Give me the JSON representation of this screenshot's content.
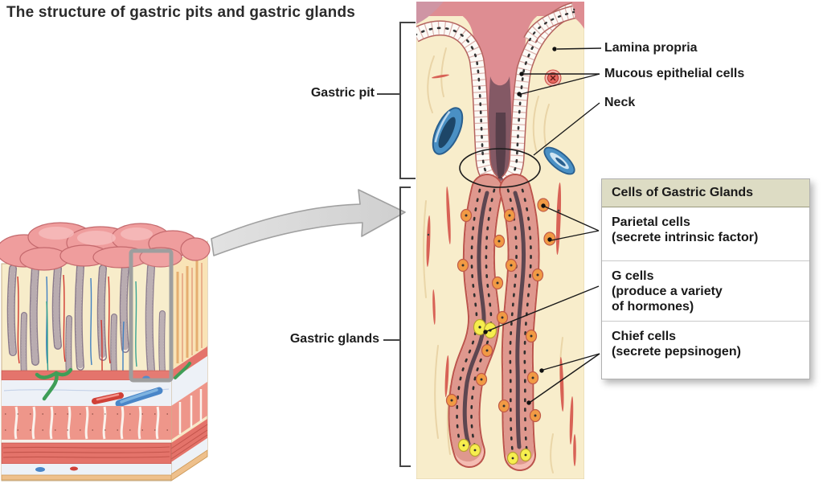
{
  "title": "The structure of gastric pits and gastric glands",
  "section_labels": {
    "gastric_pit": "Gastric pit",
    "gastric_glands": "Gastric glands"
  },
  "callouts": {
    "lamina_propria": "Lamina propria",
    "mucous_epithelial_cells": "Mucous epithelial cells",
    "neck": "Neck"
  },
  "cells_box": {
    "title": "Cells of Gastric Glands",
    "entries": [
      {
        "lines": [
          "Parietal cells",
          "(secrete intrinsic factor)"
        ]
      },
      {
        "lines": [
          "G cells",
          "(produce a variety",
          "of hormones)"
        ]
      },
      {
        "lines": [
          "Chief cells",
          "(secrete pepsinogen)"
        ]
      }
    ]
  },
  "palette": {
    "lamina_propria_cream": "#f8edcb",
    "surface_pink": "#de8d92",
    "pit_lumen_dark": "#6b4a55",
    "gland_cell_pink": "#f4bcb2",
    "parietal_cell_orange": "#f19a44",
    "g_cell_yellow": "#f6ee4e",
    "vessel_blue": "#4a90c4",
    "vessel_red": "#d04038",
    "box_header_beige": "#dddcc4",
    "leader_line_black": "#1a1a1a",
    "arrow_gray": "#d7d7d7"
  }
}
